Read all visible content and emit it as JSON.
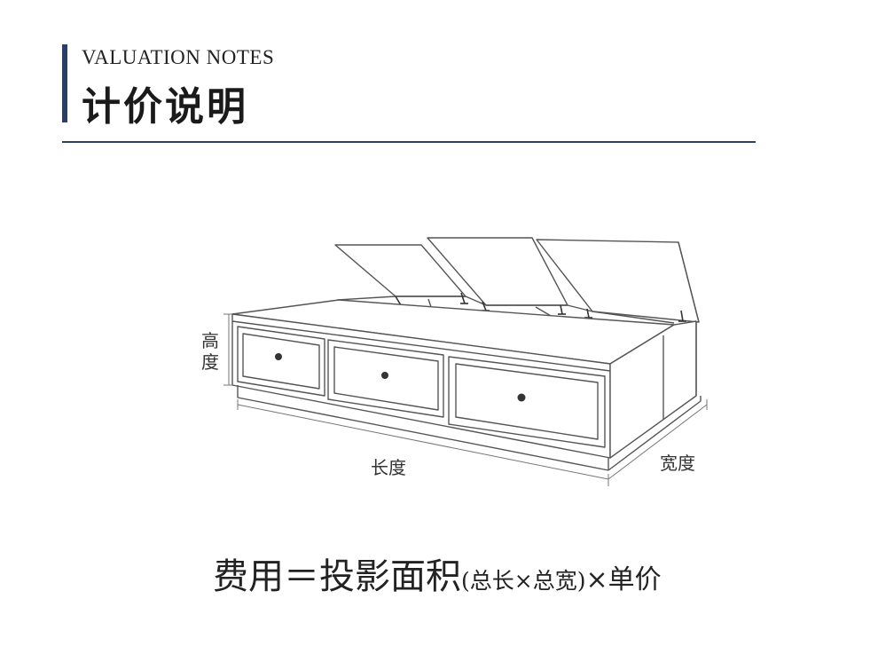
{
  "header": {
    "subtitle_en": "VALUATION NOTES",
    "title_cn": "计价说明"
  },
  "illustration": {
    "label_height": "高度",
    "label_length": "长度",
    "label_width": "宽度"
  },
  "formula": {
    "main": "费用＝投影面积",
    "detail": "(总长×总宽)",
    "tail": "×单价"
  },
  "colors": {
    "accent": "#2b3e63",
    "line_art": "#555555"
  }
}
